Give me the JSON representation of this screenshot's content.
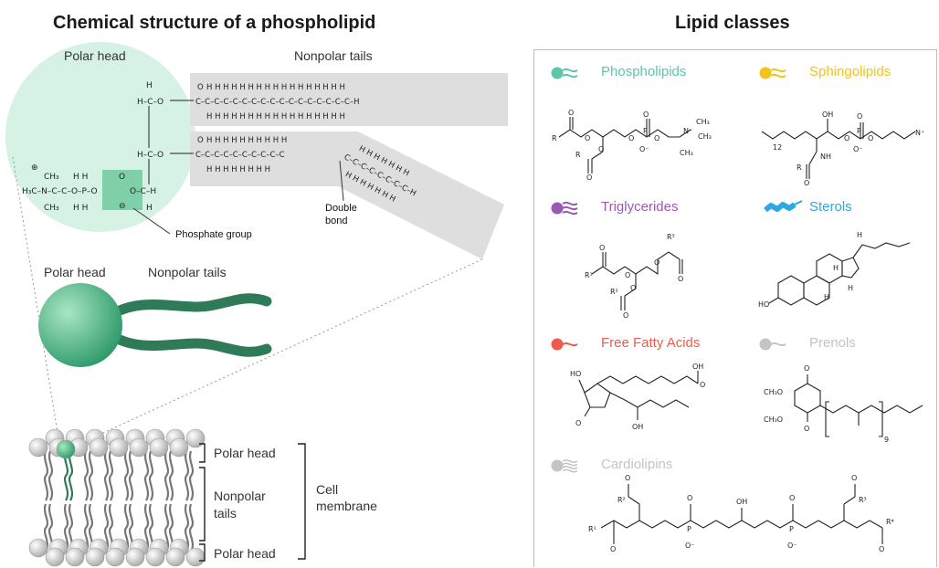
{
  "left": {
    "title": "Chemical structure of a phospholipid",
    "detail": {
      "polar_head_label": "Polar head",
      "nonpolar_tails_label": "Nonpolar tails",
      "phosphate_group_label": "Phosphate group",
      "double_bond_label_line1": "Double",
      "double_bond_label_line2": "bond"
    },
    "schematic": {
      "polar_head_label": "Polar head",
      "nonpolar_tails_label": "Nonpolar tails"
    },
    "membrane": {
      "polar_head_top": "Polar head",
      "nonpolar_tails_line1": "Nonpolar",
      "nonpolar_tails_line2": "tails",
      "polar_head_bottom": "Polar head",
      "cell_membrane_line1": "Cell",
      "cell_membrane_line2": "membrane"
    }
  },
  "right": {
    "title": "Lipid classes",
    "classes": [
      {
        "name": "Phospholipids",
        "color": "#5cc7a6"
      },
      {
        "name": "Sphingolipids",
        "color": "#f2c318"
      },
      {
        "name": "Triglycerides",
        "color": "#9b59b6"
      },
      {
        "name": "Sterols",
        "color": "#2ea8e0"
      },
      {
        "name": "Free Fatty Acids",
        "color": "#ef5b4d"
      },
      {
        "name": "Prenols",
        "color": "#c4c4c4"
      },
      {
        "name": "Cardiolipins",
        "color": "#c4c4c4"
      }
    ]
  },
  "colors": {
    "head_green": "#4bbd8a",
    "tail_green": "#2f7a57",
    "circle_bg": "#d6f2e4",
    "tail_box": "#dedede",
    "phosphate_box": "#7fcfa9"
  }
}
